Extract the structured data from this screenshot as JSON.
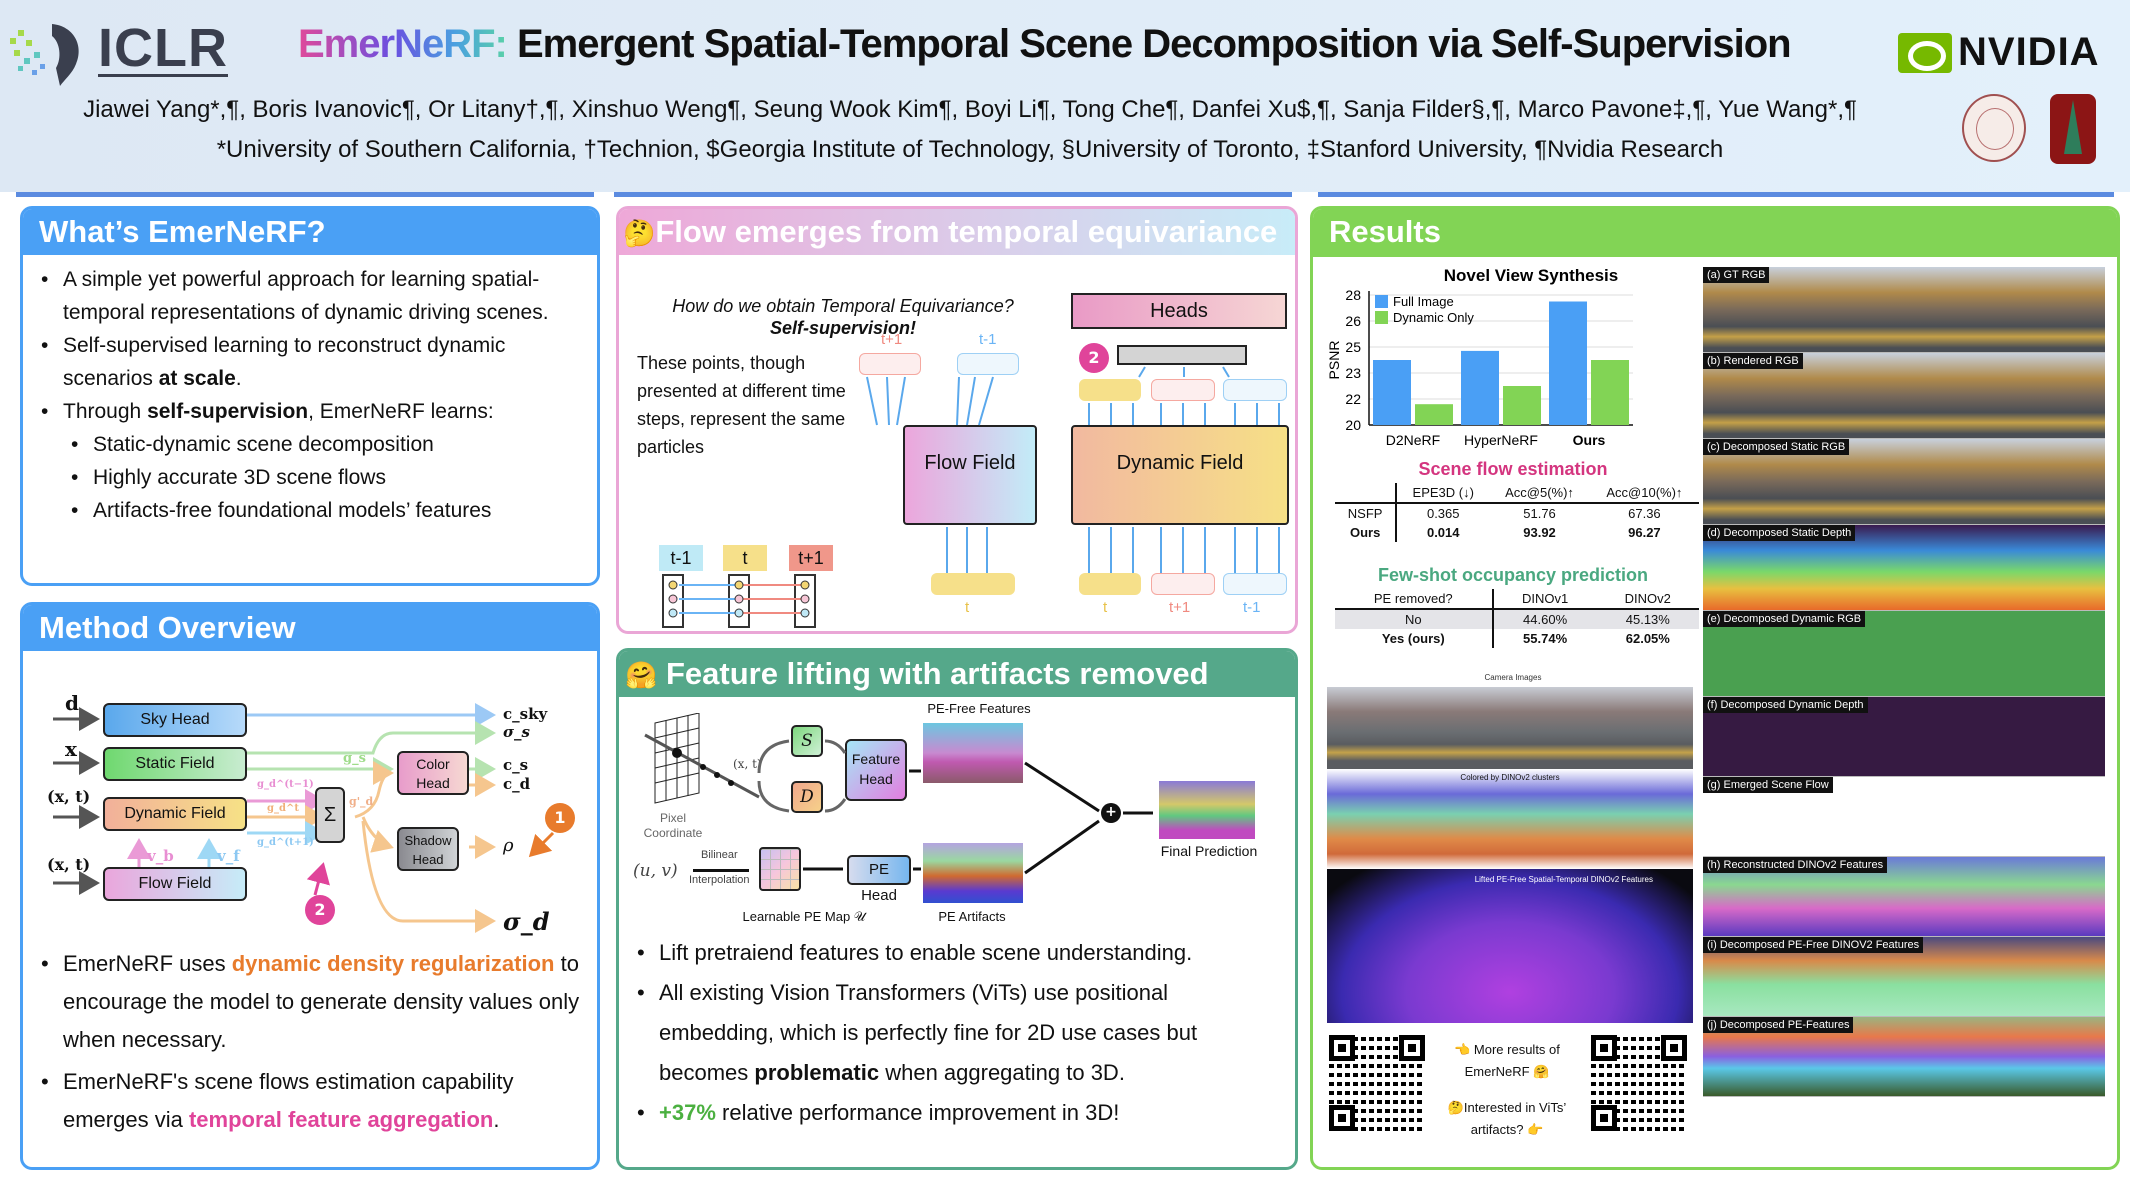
{
  "header": {
    "conference": "ICLR",
    "title_brand": "EmerNeRF:",
    "title_rest": "Emergent Spatial-Temporal Scene Decomposition via Self-Supervision",
    "sponsor": "NVIDIA",
    "authors": "Jiawei Yang*,¶, Boris Ivanovic¶, Or Litany†,¶, Xinshuo Weng¶, Seung Wook Kim¶, Boyi Li¶, Tong Che¶, Danfei Xu$,¶, Sanja Filder§,¶, Marco Pavone‡,¶, Yue Wang*,¶",
    "affiliations": "*University of Southern California, †Technion, $Georgia Institute of Technology, §University of Toronto, ‡Stanford University, ¶Nvidia Research"
  },
  "colors": {
    "blue": "#4aa0f5",
    "pink": "#eaa6d6",
    "teal": "#55a88a",
    "green": "#82d455",
    "orange": "#e87b2c",
    "magenta": "#e0449a"
  },
  "whats": {
    "title": "What’s EmerNeRF?",
    "b1": "A simple yet powerful approach for learning spatial-temporal representations of dynamic driving scenes.",
    "b2_pre": "Self-supervised learning to reconstruct dynamic scenarios ",
    "b2_bold": "at scale",
    "b2_post": ".",
    "b3_pre": "Through ",
    "b3_bold": "self-supervision",
    "b3_post": ", EmerNeRF learns:",
    "sub": [
      "Static-dynamic scene decomposition",
      "Highly accurate 3D scene flows",
      "Artifacts-free foundational models’ features"
    ]
  },
  "method": {
    "title": "Method Overview",
    "boxes": {
      "sky": "Sky Head",
      "static": "Static Field",
      "dynamic": "Dynamic Field",
      "flow": "Flow Field",
      "color": "Color Head",
      "shadow": "Shadow Head",
      "sum": "Σ"
    },
    "inputs": {
      "d": "d",
      "x": "x",
      "xt1": "(x, t)",
      "xt2": "(x, t)"
    },
    "outputs": {
      "csky": "c_sky",
      "sigma_s": "σ_s",
      "cs": "c_s",
      "cd": "c_d",
      "rho": "ρ",
      "sigma_d": "σ_d"
    },
    "mid_labels": {
      "gs": "g_s",
      "gtm1": "g_d^(t−1)",
      "gt": "g_d^t",
      "gtp1": "g_d^(t+1)",
      "gprime": "g'_d",
      "vb": "v_b",
      "vf": "v_f"
    },
    "markers": [
      "1",
      "2"
    ],
    "b1_pre": "EmerNeRF uses ",
    "b1_hl": "dynamic density regularization",
    "b1_post": " to encourage the model to generate density values only when necessary.",
    "b2_pre": "EmerNeRF's scene flows estimation capability emerges via ",
    "b2_hl": "temporal feature aggregation",
    "b2_post": "."
  },
  "flow": {
    "emoji": "🤔",
    "title": "Flow emerges from temporal equivariance",
    "question": "How do we obtain Temporal Equivariance?",
    "answer": "Self-supervision!",
    "desc": "These points, though presented at different time steps, represent the same particles",
    "time_labels": {
      "tm1": "t-1",
      "t": "t",
      "tp1": "t+1"
    },
    "flow_field": "Flow Field",
    "dynamic_field": "Dynamic Field",
    "heads": "Heads",
    "marker": "2"
  },
  "feature": {
    "emoji": "🤗",
    "title": "Feature lifting with artifacts removed",
    "pixel_coord": "Pixel Coordinate",
    "uv": "(u, v)",
    "xt": "(x, t)",
    "S": "S",
    "D": "D",
    "feature_head": "Feature Head",
    "pe_head": "PE Head",
    "bilinear": "Bilinear",
    "interp": "Interpolation",
    "pe_map": "Learnable PE Map 𝒰",
    "pe_free": "PE-Free Features",
    "pe_artifacts": "PE Artifacts",
    "final": "Final Prediction",
    "plus": "+",
    "b1": "Lift pretraiend features to enable scene understanding.",
    "b2_pre": "All existing Vision Transformers (ViTs) use positional embedding, which is perfectly fine for 2D use cases but becomes ",
    "b2_bold": "problematic",
    "b2_post": " when aggregating to 3D.",
    "b3_hl": "+37%",
    "b3_post": " relative performance improvement in 3D!"
  },
  "results": {
    "title": "Results",
    "flow_title": "Scene flow estimation",
    "flow_table": {
      "headers": [
        "",
        "EPE3D (↓)",
        "Acc@5(%)↑",
        "Acc@10(%)↑"
      ],
      "rows": [
        [
          "NSFP",
          "0.365",
          "51.76",
          "67.36"
        ],
        [
          "Ours",
          "0.014",
          "93.92",
          "96.27"
        ]
      ]
    },
    "occ_title": "Few-shot occupancy prediction",
    "occ_table": {
      "headers": [
        "PE removed?",
        "DINOv1",
        "DINOv2"
      ],
      "rows": [
        [
          "No",
          "44.60%",
          "45.13%"
        ],
        [
          "Yes (ours)",
          "55.74%",
          "62.05%"
        ]
      ]
    },
    "camera_images": "Camera Images",
    "dino_clusters": "Colored by DINOv2 clusters",
    "lifted": "Lifted PE-Free Spatial-Temporal DINOv2 Features",
    "more_results": "👈 More results of EmerNeRF 🤗",
    "interested": "🤔Interested in ViTs’ artifacts? 👉",
    "strip_labels": [
      "(a) GT RGB",
      "(b) Rendered RGB",
      "(c) Decomposed Static RGB",
      "(d) Decomposed Static Depth",
      "(e) Decomposed Dynamic RGB",
      "(f) Decomposed Dynamic Depth",
      "(g) Emerged Scene Flow",
      "(h) Reconstructed DINOv2 Features",
      "(i) Decomposed PE-Free DINOV2 Features",
      "(j) Decomposed PE-Features"
    ]
  },
  "chart_data": {
    "type": "bar",
    "title": "Novel View Synthesis",
    "xlabel": "",
    "ylabel": "PSNR",
    "categories": [
      "D2NeRF",
      "HyperNeRF",
      "Ours"
    ],
    "series": [
      {
        "name": "Full Image",
        "color": "#4a9ff5",
        "values": [
          24.0,
          24.7,
          27.5
        ]
      },
      {
        "name": "Dynamic Only",
        "color": "#82d455",
        "values": [
          21.6,
          22.5,
          24.0
        ]
      }
    ],
    "yticks": [
      "20",
      "22",
      "23",
      "25",
      "26",
      "28"
    ],
    "ylim": [
      20,
      28
    ],
    "legend": "top-left",
    "grid": true
  }
}
